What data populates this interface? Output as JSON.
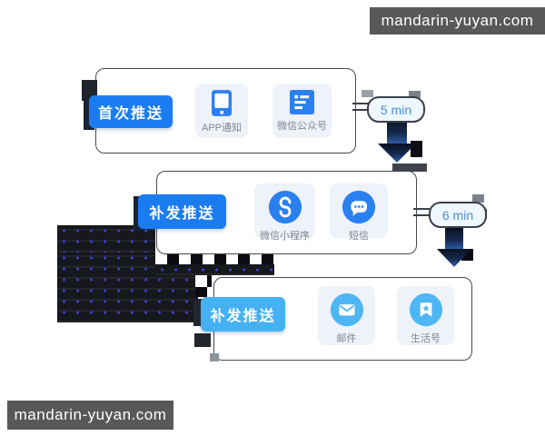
{
  "watermark_top": {
    "text": "mandarin-yuyan.com"
  },
  "watermark_bottom": {
    "text": "mandarin-yuyan.com"
  },
  "flow": {
    "steps": [
      {
        "label": "首次推送",
        "delay": "5 min",
        "channels": [
          {
            "name": "APP通知",
            "icon": "phone-icon"
          },
          {
            "name": "微信公众号",
            "icon": "article-icon"
          }
        ]
      },
      {
        "label": "补发推送",
        "delay": "6 min",
        "channels": [
          {
            "name": "微信小程序",
            "icon": "miniprogram-icon"
          },
          {
            "name": "短信",
            "icon": "sms-icon"
          }
        ]
      },
      {
        "label": "补发推送",
        "channels": [
          {
            "name": "邮件",
            "icon": "mail-icon"
          },
          {
            "name": "生活号",
            "icon": "life-account-icon"
          }
        ]
      }
    ]
  },
  "colors": {
    "primary_blue": "#1b7cf2",
    "sky_blue": "#46b1f2",
    "icon_blue": "#2b80f0",
    "icon_sky": "#4fb6f4",
    "tile_bg": "#eef2f9",
    "pill_text": "#4b8fd8",
    "watermark_bg": "#58585a"
  }
}
